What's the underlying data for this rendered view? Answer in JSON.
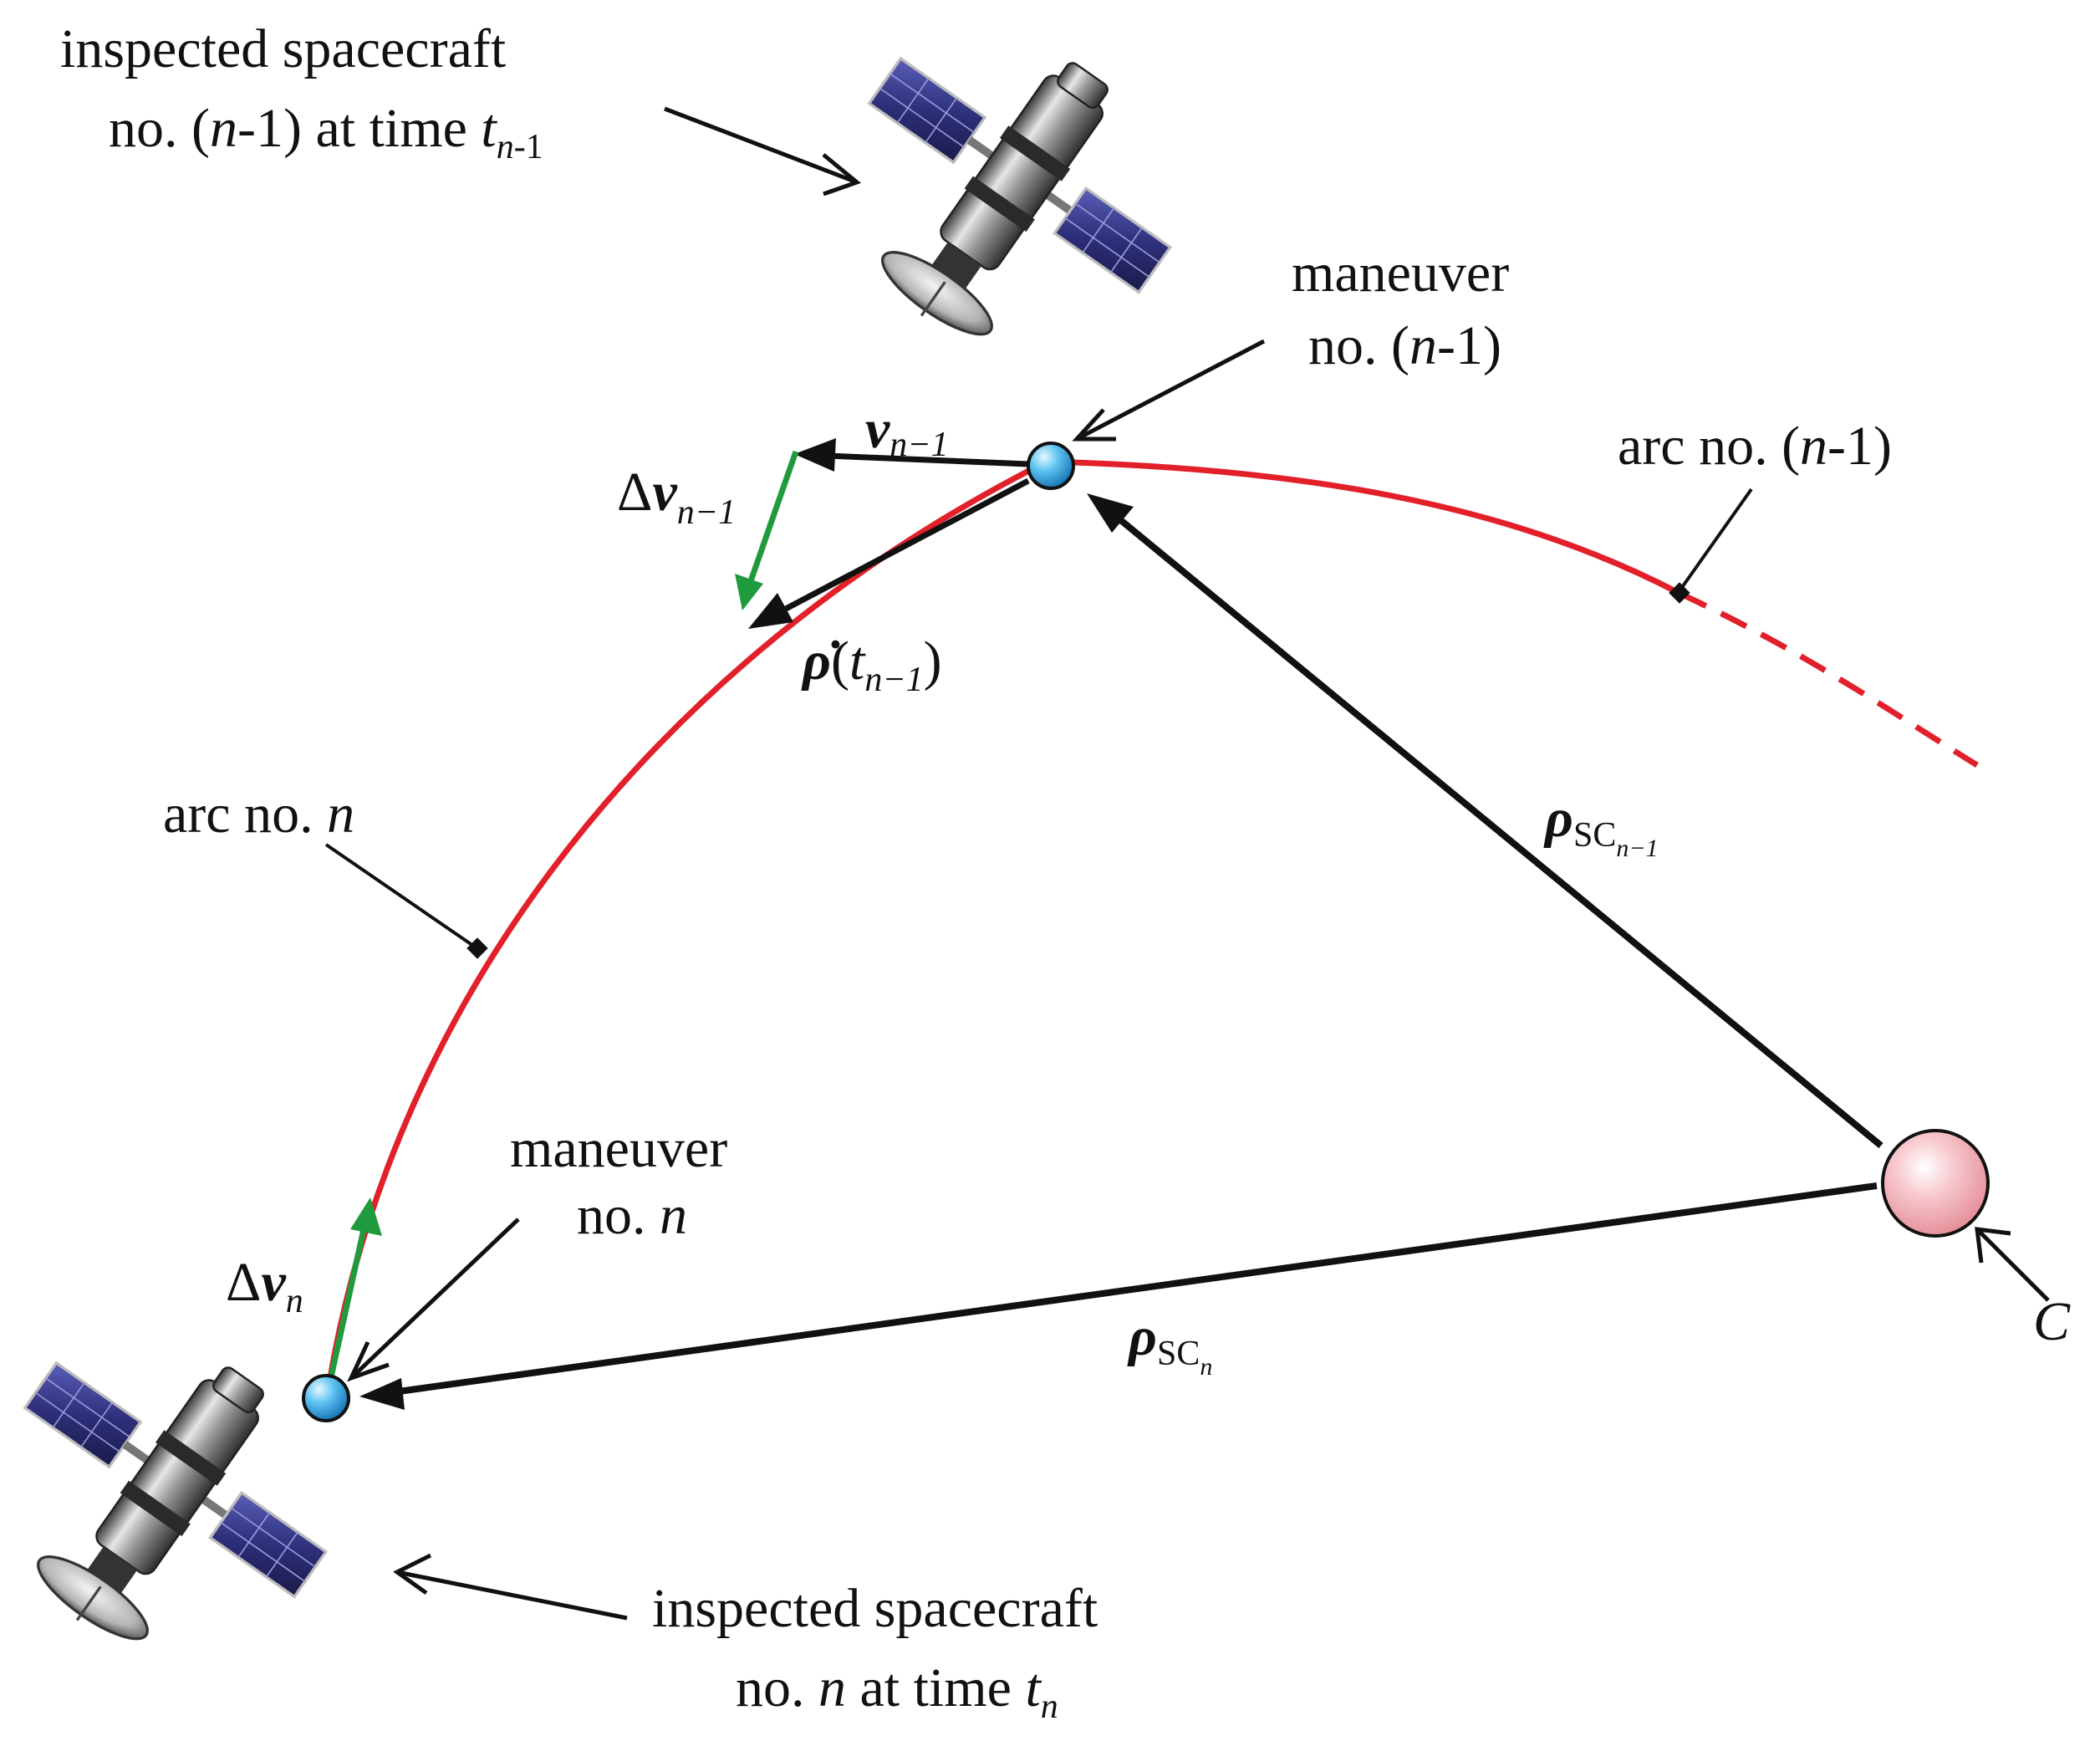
{
  "labels": {
    "sat_top_line1": "inspected spacecraft",
    "sat_top_line2_prefix": "no. (",
    "sat_top_line2_n": "n",
    "sat_top_line2_suffix": "-1) at time ",
    "sat_top_t": "t",
    "sat_top_t_sub_n": "n",
    "sat_top_t_sub_rest": "-1",
    "maneuver_top_line1": "maneuver",
    "maneuver_top_line2_prefix": "no. (",
    "maneuver_top_line2_n": "n",
    "maneuver_top_line2_suffix": "-1)",
    "arc_top_prefix": "arc no. (",
    "arc_top_n": "n",
    "arc_top_suffix": "-1)",
    "v_nm1_main": "v",
    "v_nm1_sub": "n−1",
    "dv_nm1_delta": "Δ",
    "dv_nm1_main": "v",
    "dv_nm1_sub": "n−1",
    "rhodot_main": "ρ̇",
    "rhodot_open": "(",
    "rhodot_t": "t",
    "rhodot_t_sub": "n−1",
    "rhodot_close": ")",
    "arc_n_prefix": "arc no. ",
    "arc_n_n": "n",
    "rho_sc_nm1_main": "ρ",
    "rho_sc_nm1_sub": "SC",
    "rho_sc_nm1_subsub": "n−1",
    "maneuver_n_line1": "maneuver",
    "maneuver_n_line2_prefix": "no. ",
    "maneuver_n_line2_n": "n",
    "dv_n_delta": "Δ",
    "dv_n_main": "v",
    "dv_n_sub": "n",
    "rho_sc_n_main": "ρ",
    "rho_sc_n_sub": "SC",
    "rho_sc_n_subsub": "n",
    "center_label": "C",
    "sat_bottom_line1": "inspected spacecraft",
    "sat_bottom_line2_prefix": "no. ",
    "sat_bottom_line2_n": "n",
    "sat_bottom_line2_mid": " at time ",
    "sat_bottom_t": "t",
    "sat_bottom_t_sub": "n"
  },
  "colors": {
    "arc": "#e2202a",
    "delta_v": "#1f9a3c",
    "vector": "#111111",
    "maneuver_node": "#5ec4f2",
    "center_body": "#f2b0b6",
    "solar_panel": "#2d2f7a",
    "spacecraft_body": "#8a8a8a"
  }
}
